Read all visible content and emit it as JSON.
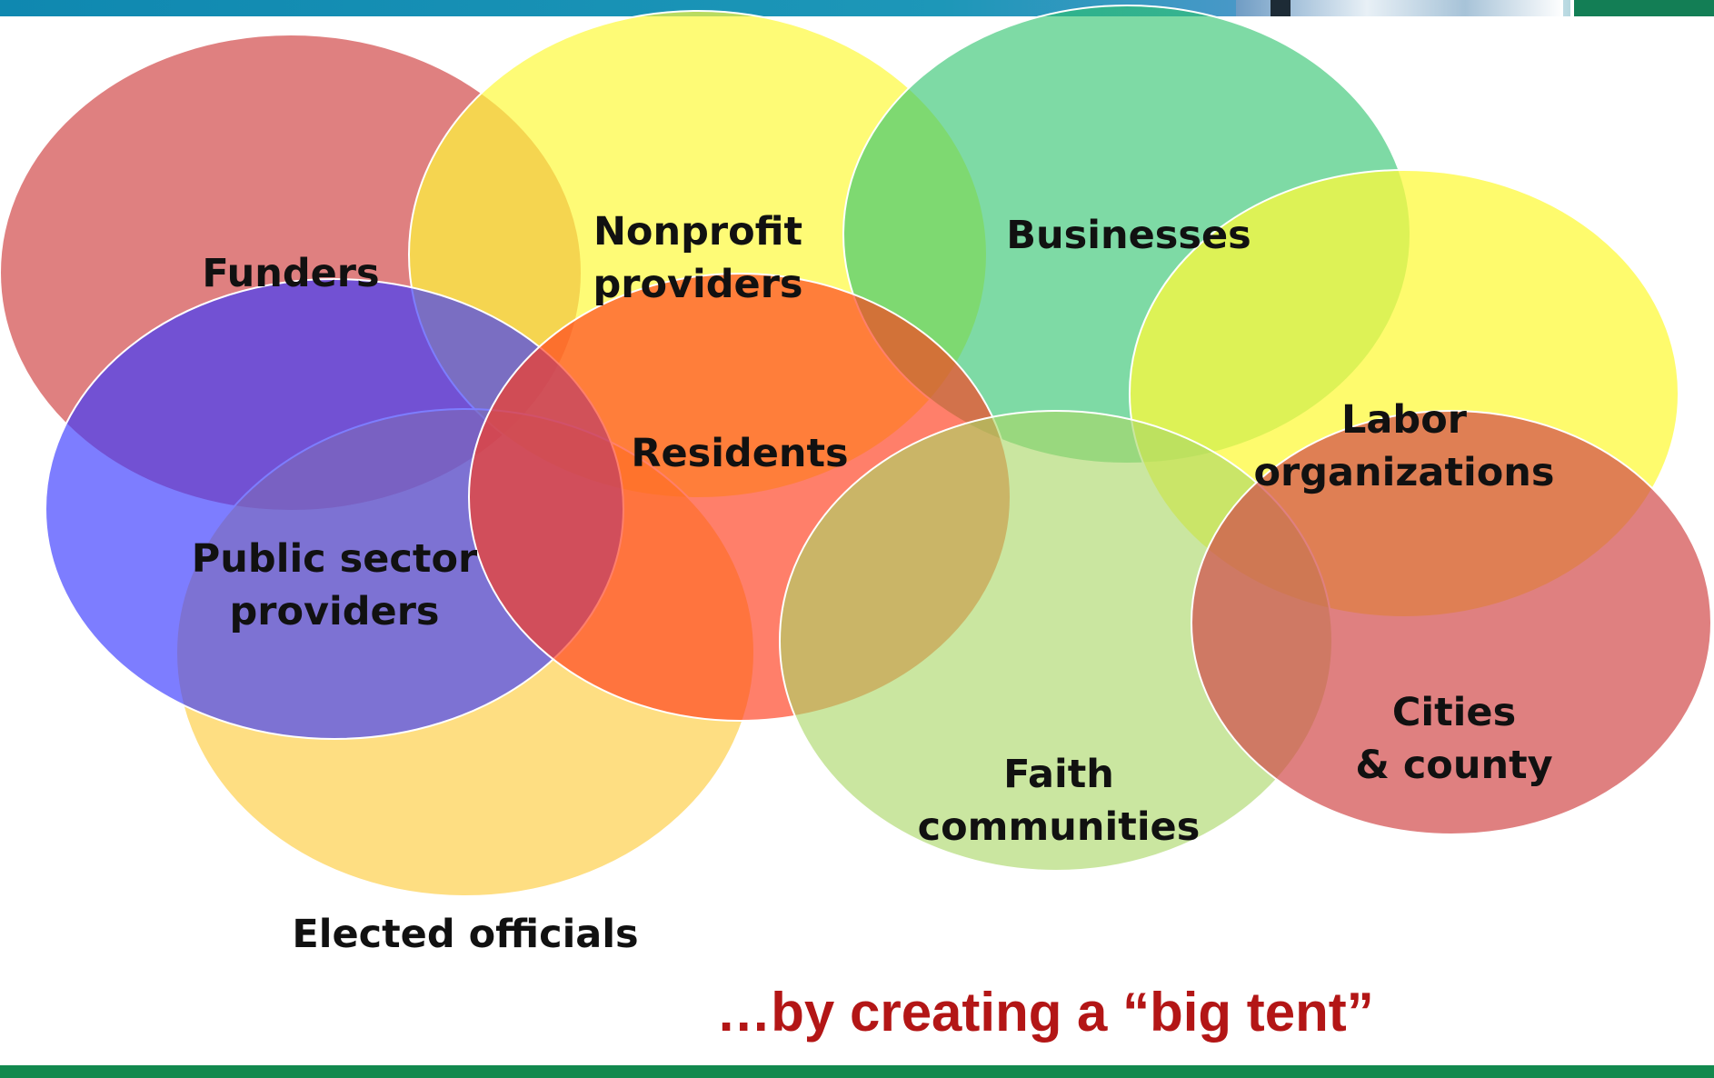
{
  "colors": {
    "funders": "#d24a4a",
    "nonprofit": "#fefa3c",
    "businesses": "#2ec36e",
    "labor": "#fefa3c",
    "public_sector": "#3838ff",
    "residents": "#ff3a1a",
    "elected": "#fec936",
    "faith": "#a9d766",
    "cities": "#d24a4a",
    "caption": "#b31616",
    "top_bar": "#1390b4",
    "bottom_bar": "#12894e"
  },
  "circles": [
    {
      "id": "funders",
      "lines": [
        "Funders"
      ]
    },
    {
      "id": "nonprofit",
      "lines": [
        "Nonprofit",
        "providers"
      ]
    },
    {
      "id": "businesses",
      "lines": [
        "Businesses"
      ]
    },
    {
      "id": "labor",
      "lines": [
        "Labor",
        "organizations"
      ]
    },
    {
      "id": "elected",
      "lines": [
        "Elected officials"
      ]
    },
    {
      "id": "public_sector",
      "lines": [
        "Public sector",
        "providers"
      ]
    },
    {
      "id": "residents",
      "lines": [
        "Residents"
      ]
    },
    {
      "id": "faith",
      "lines": [
        "Faith",
        "communities"
      ]
    },
    {
      "id": "cities",
      "lines": [
        "Cities",
        "& county"
      ]
    }
  ],
  "caption": "…by creating a “big tent”"
}
